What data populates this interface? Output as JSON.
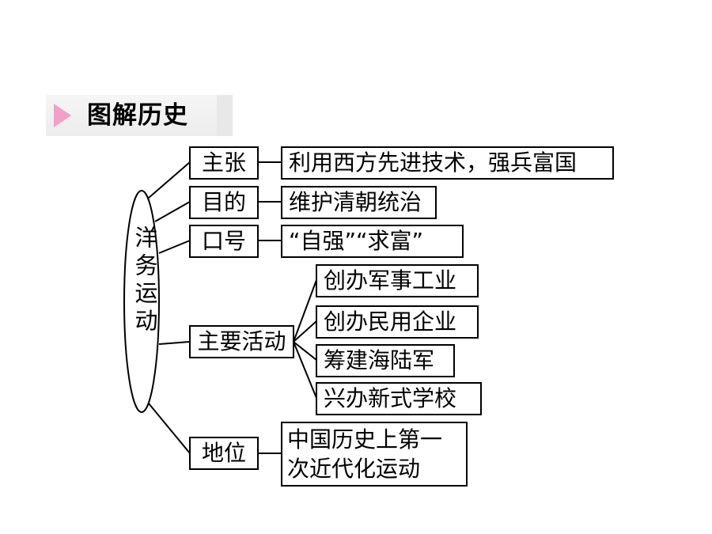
{
  "header": {
    "title": "图解历史"
  },
  "center": {
    "label": "洋务运动"
  },
  "branches": [
    {
      "label": "主张",
      "detail": "利用西方先进技术，强兵富国"
    },
    {
      "label": "目的",
      "detail": "维护清朝统治"
    },
    {
      "label": "口号",
      "detail": "“自强”“求富”"
    },
    {
      "label": "主要活动",
      "sub": [
        "创办军事工业",
        "创办民用企业",
        "筹建海陆军",
        "兴办新式学校"
      ]
    },
    {
      "label": "地位",
      "detail": "中国历史上第一次近代化运动"
    }
  ]
}
